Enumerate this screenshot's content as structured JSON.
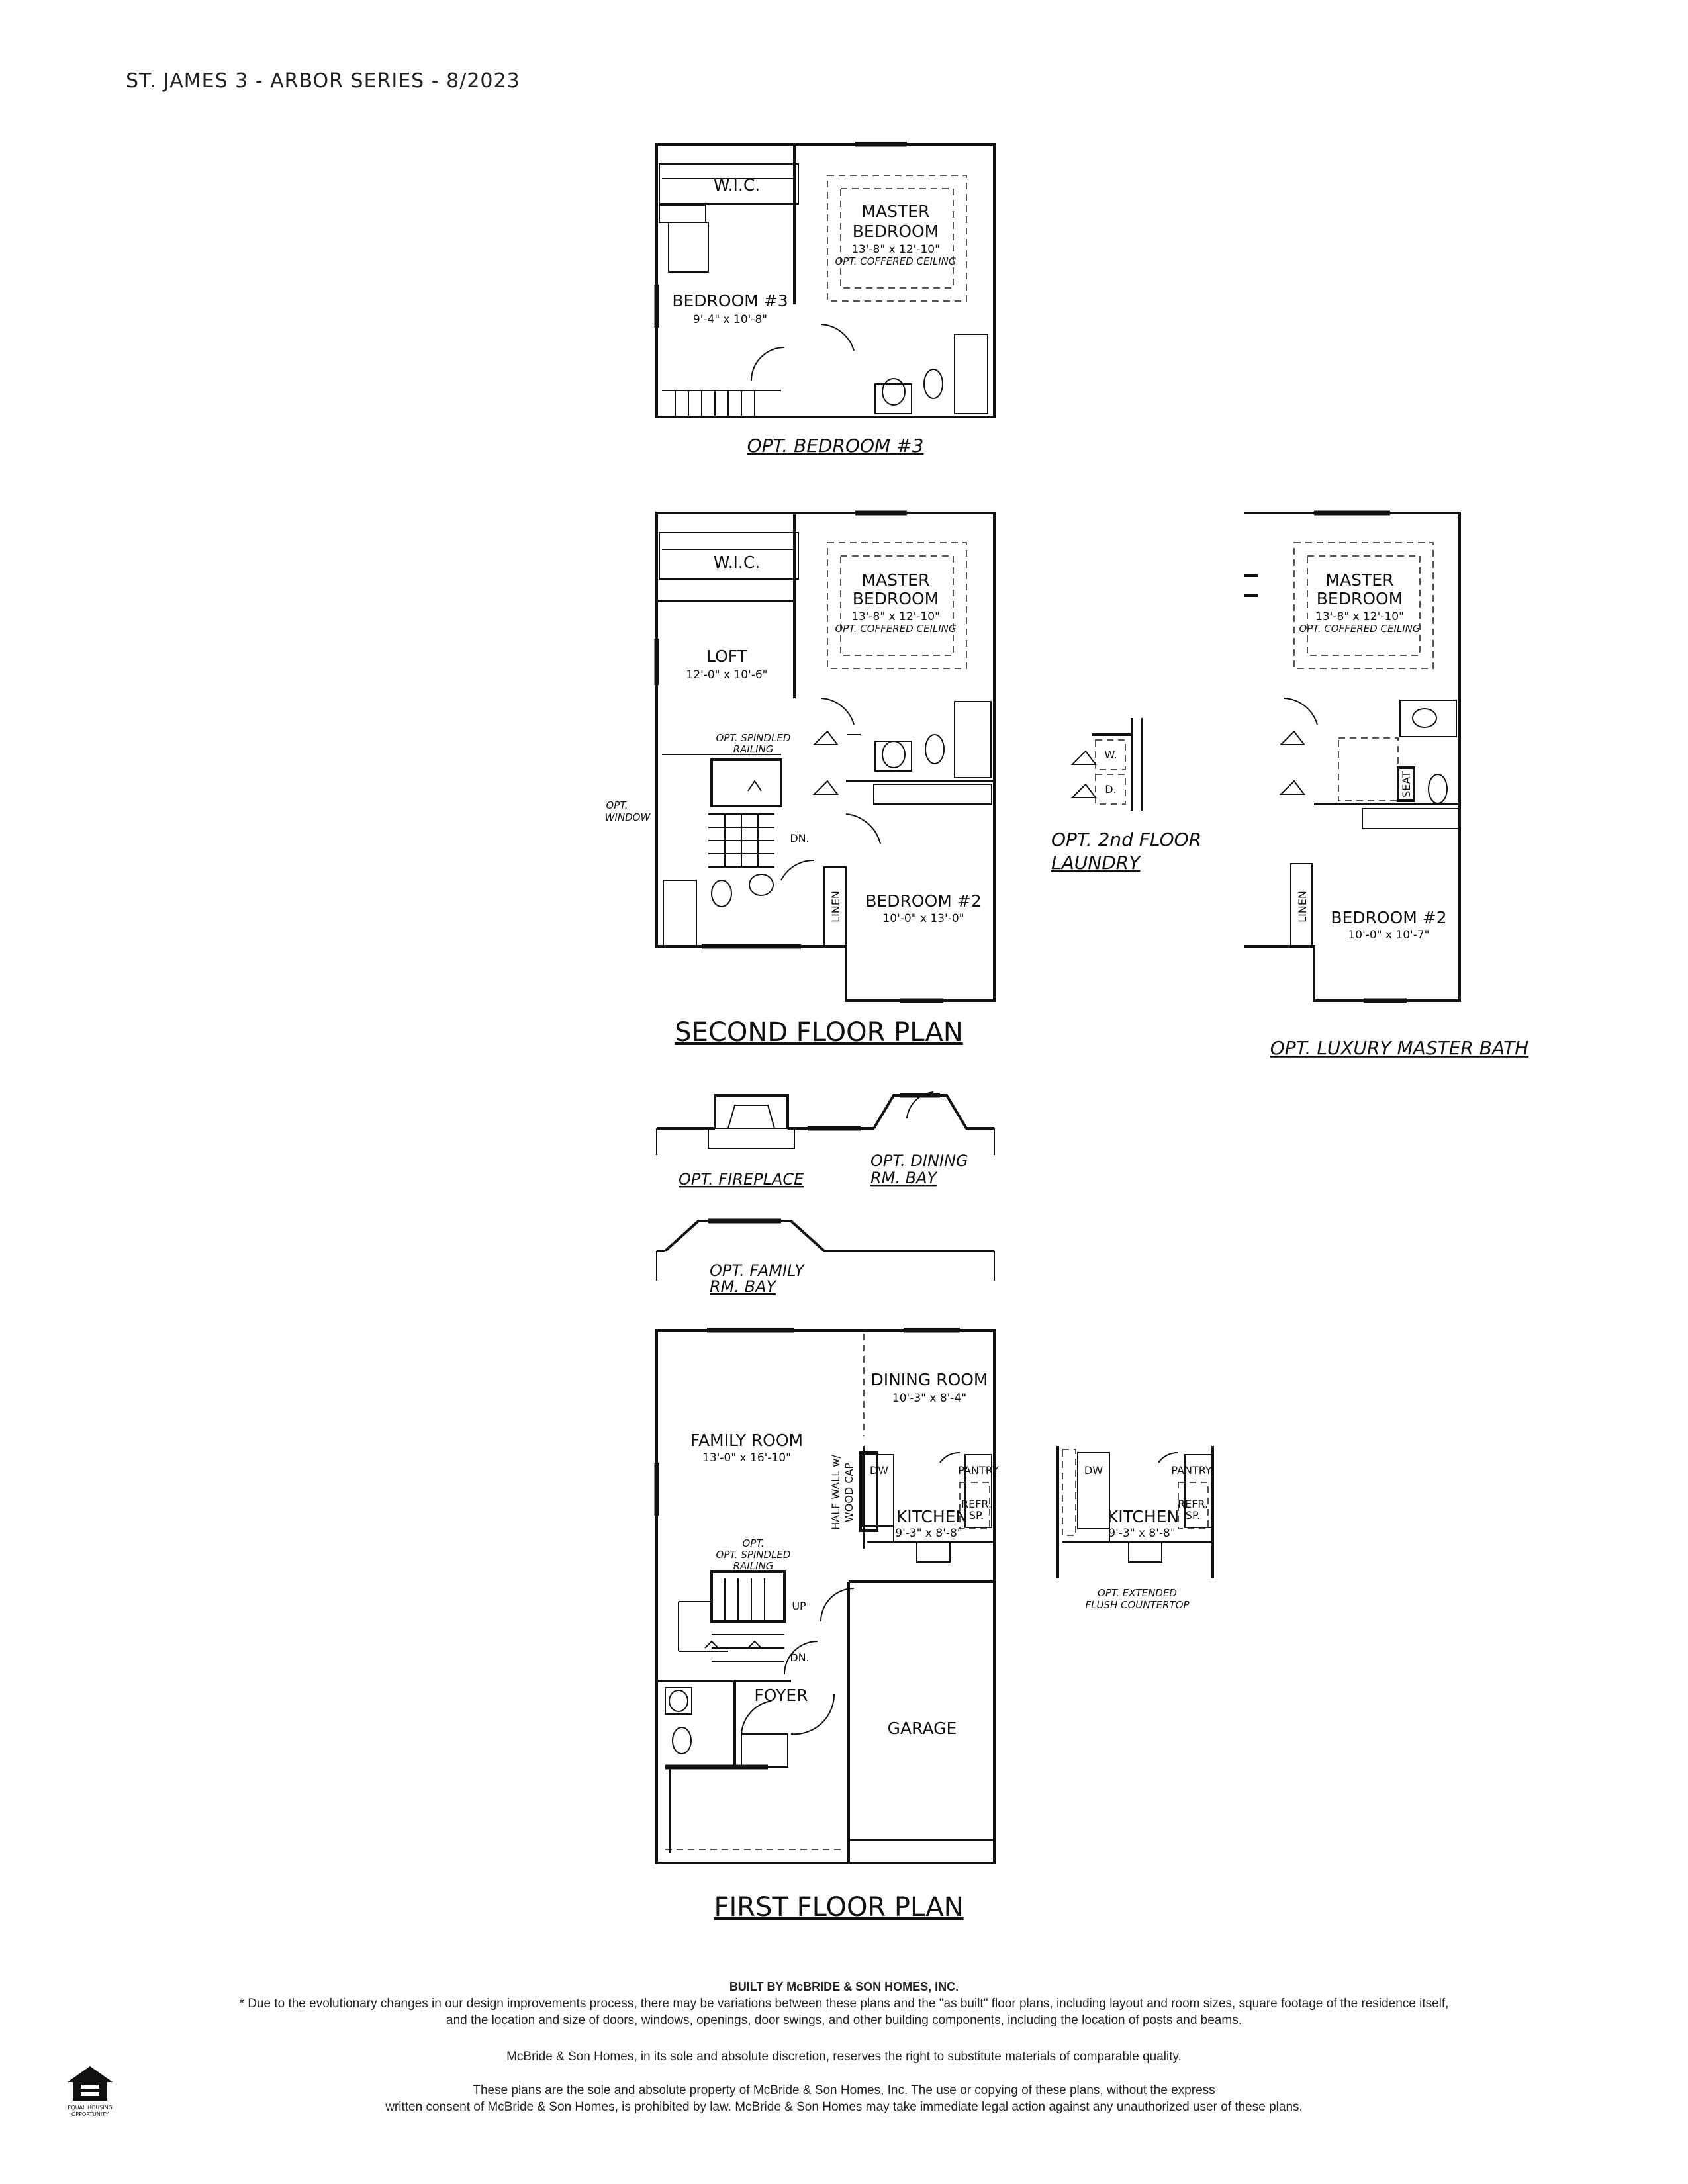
{
  "header": "ST. JAMES 3 - ARBOR SERIES - 8/2023",
  "titles": {
    "opt_bedroom3": "OPT. BEDROOM #3",
    "second_floor": "SECOND FLOOR PLAN",
    "opt_2nd_floor_laundry_1": "OPT. 2nd FLOOR",
    "opt_2nd_floor_laundry_2": "LAUNDRY",
    "opt_luxury_master_bath": "OPT. LUXURY MASTER BATH",
    "opt_fireplace": "OPT. FIREPLACE",
    "opt_dining_bay_1": "OPT. DINING",
    "opt_dining_bay_2": "RM. BAY",
    "opt_family_bay_1": "OPT. FAMILY",
    "opt_family_bay_2": "RM. BAY",
    "first_floor": "FIRST FLOOR PLAN"
  },
  "rooms": {
    "wic": "W.I.C.",
    "master_1": "MASTER",
    "master_2": "BEDROOM",
    "master_dims": "13'-8\" x 12'-10\"",
    "coffered": "OPT. COFFERED CEILING",
    "bedroom3": "BEDROOM #3",
    "bedroom3_dims": "9'-4\" x 10'-8\"",
    "loft": "LOFT",
    "loft_dims": "12'-0\" x 10'-6\"",
    "spindled_1": "OPT. SPINDLED",
    "spindled_2": "RAILING",
    "dn": "DN.",
    "opt_window_1": "OPT.",
    "opt_window_2": "WINDOW",
    "linen": "LINEN",
    "bedroom2": "BEDROOM #2",
    "bedroom2_dims": "10'-0\" x 13'-0\"",
    "bedroom2_alt_dims": "10'-0\" x 10'-7\"",
    "washer": "W.",
    "dryer": "D.",
    "seat": "SEAT",
    "dining": "DINING ROOM",
    "dining_dims": "10'-3\" x 8'-4\"",
    "family": "FAMILY ROOM",
    "family_dims": "13'-0\" x 16'-10\"",
    "half_wall_1": "HALF WALL w/",
    "half_wall_2": "WOOD CAP",
    "dw": "DW",
    "pantry": "PANTRY",
    "refr_1": "REFR.",
    "refr_2": "SP.",
    "kitchen": "KITCHEN",
    "kitchen_dims": "9'-3\" x 8'-8\"",
    "opt_1": "OPT.",
    "up": "UP",
    "foyer": "FOYER",
    "garage": "GARAGE",
    "ext_counter_1": "OPT. EXTENDED",
    "ext_counter_2": "FLUSH COUNTERTOP"
  },
  "footer": {
    "built_by": "BUILT BY McBRIDE & SON HOMES, INC.",
    "disclaimer_1": "* Due to the evolutionary changes in our design improvements process, there may be variations between these plans and the \"as built\" floor plans, including layout and room sizes, square footage of the residence itself,",
    "disclaimer_2": "and the location and size of doors, windows, openings, door swings, and other building components, including the location of posts and beams.",
    "discretion": "McBride & Son Homes, in its sole and absolute discretion, reserves the right to substitute materials of comparable quality.",
    "property_1": "These plans are the sole and absolute property of McBride & Son Homes, Inc.  The use or copying of these plans, without the express",
    "property_2": "written consent of McBride & Son Homes, is prohibited by law. McBride & Son Homes may take immediate legal action against any unauthorized user of these plans.",
    "eho_1": "EQUAL HOUSING",
    "eho_2": "OPPORTUNITY"
  }
}
